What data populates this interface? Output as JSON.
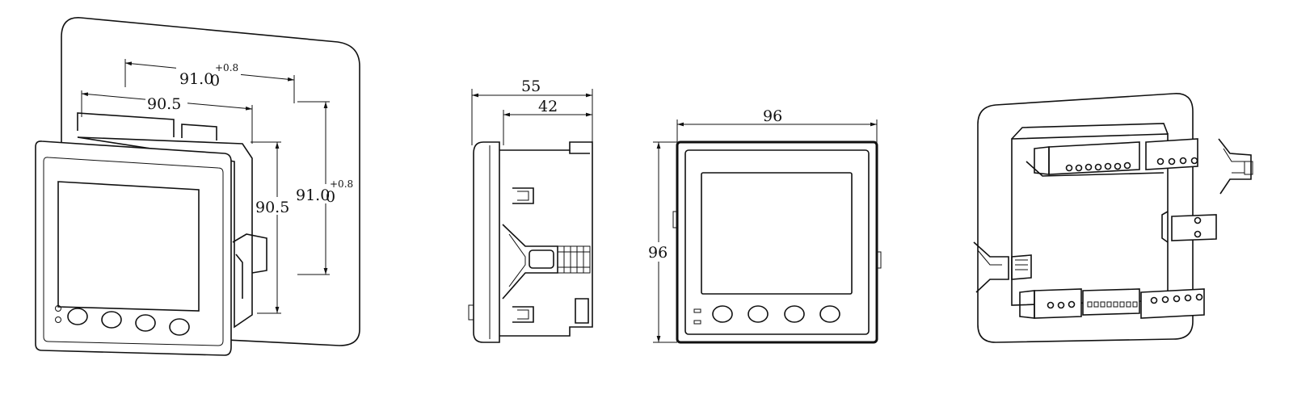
{
  "views": {
    "isometric": {
      "cutout_width": "91.0",
      "cutout_width_tol": "0",
      "cutout_width_sup": "+0.8",
      "body_width": "90.5",
      "body_height": "90.5",
      "cutout_height": "91.0",
      "cutout_height_tol": "0",
      "cutout_height_sup": "+0.8"
    },
    "side": {
      "total_depth": "55",
      "body_depth": "42"
    },
    "front": {
      "width": "96",
      "height": "96"
    }
  }
}
